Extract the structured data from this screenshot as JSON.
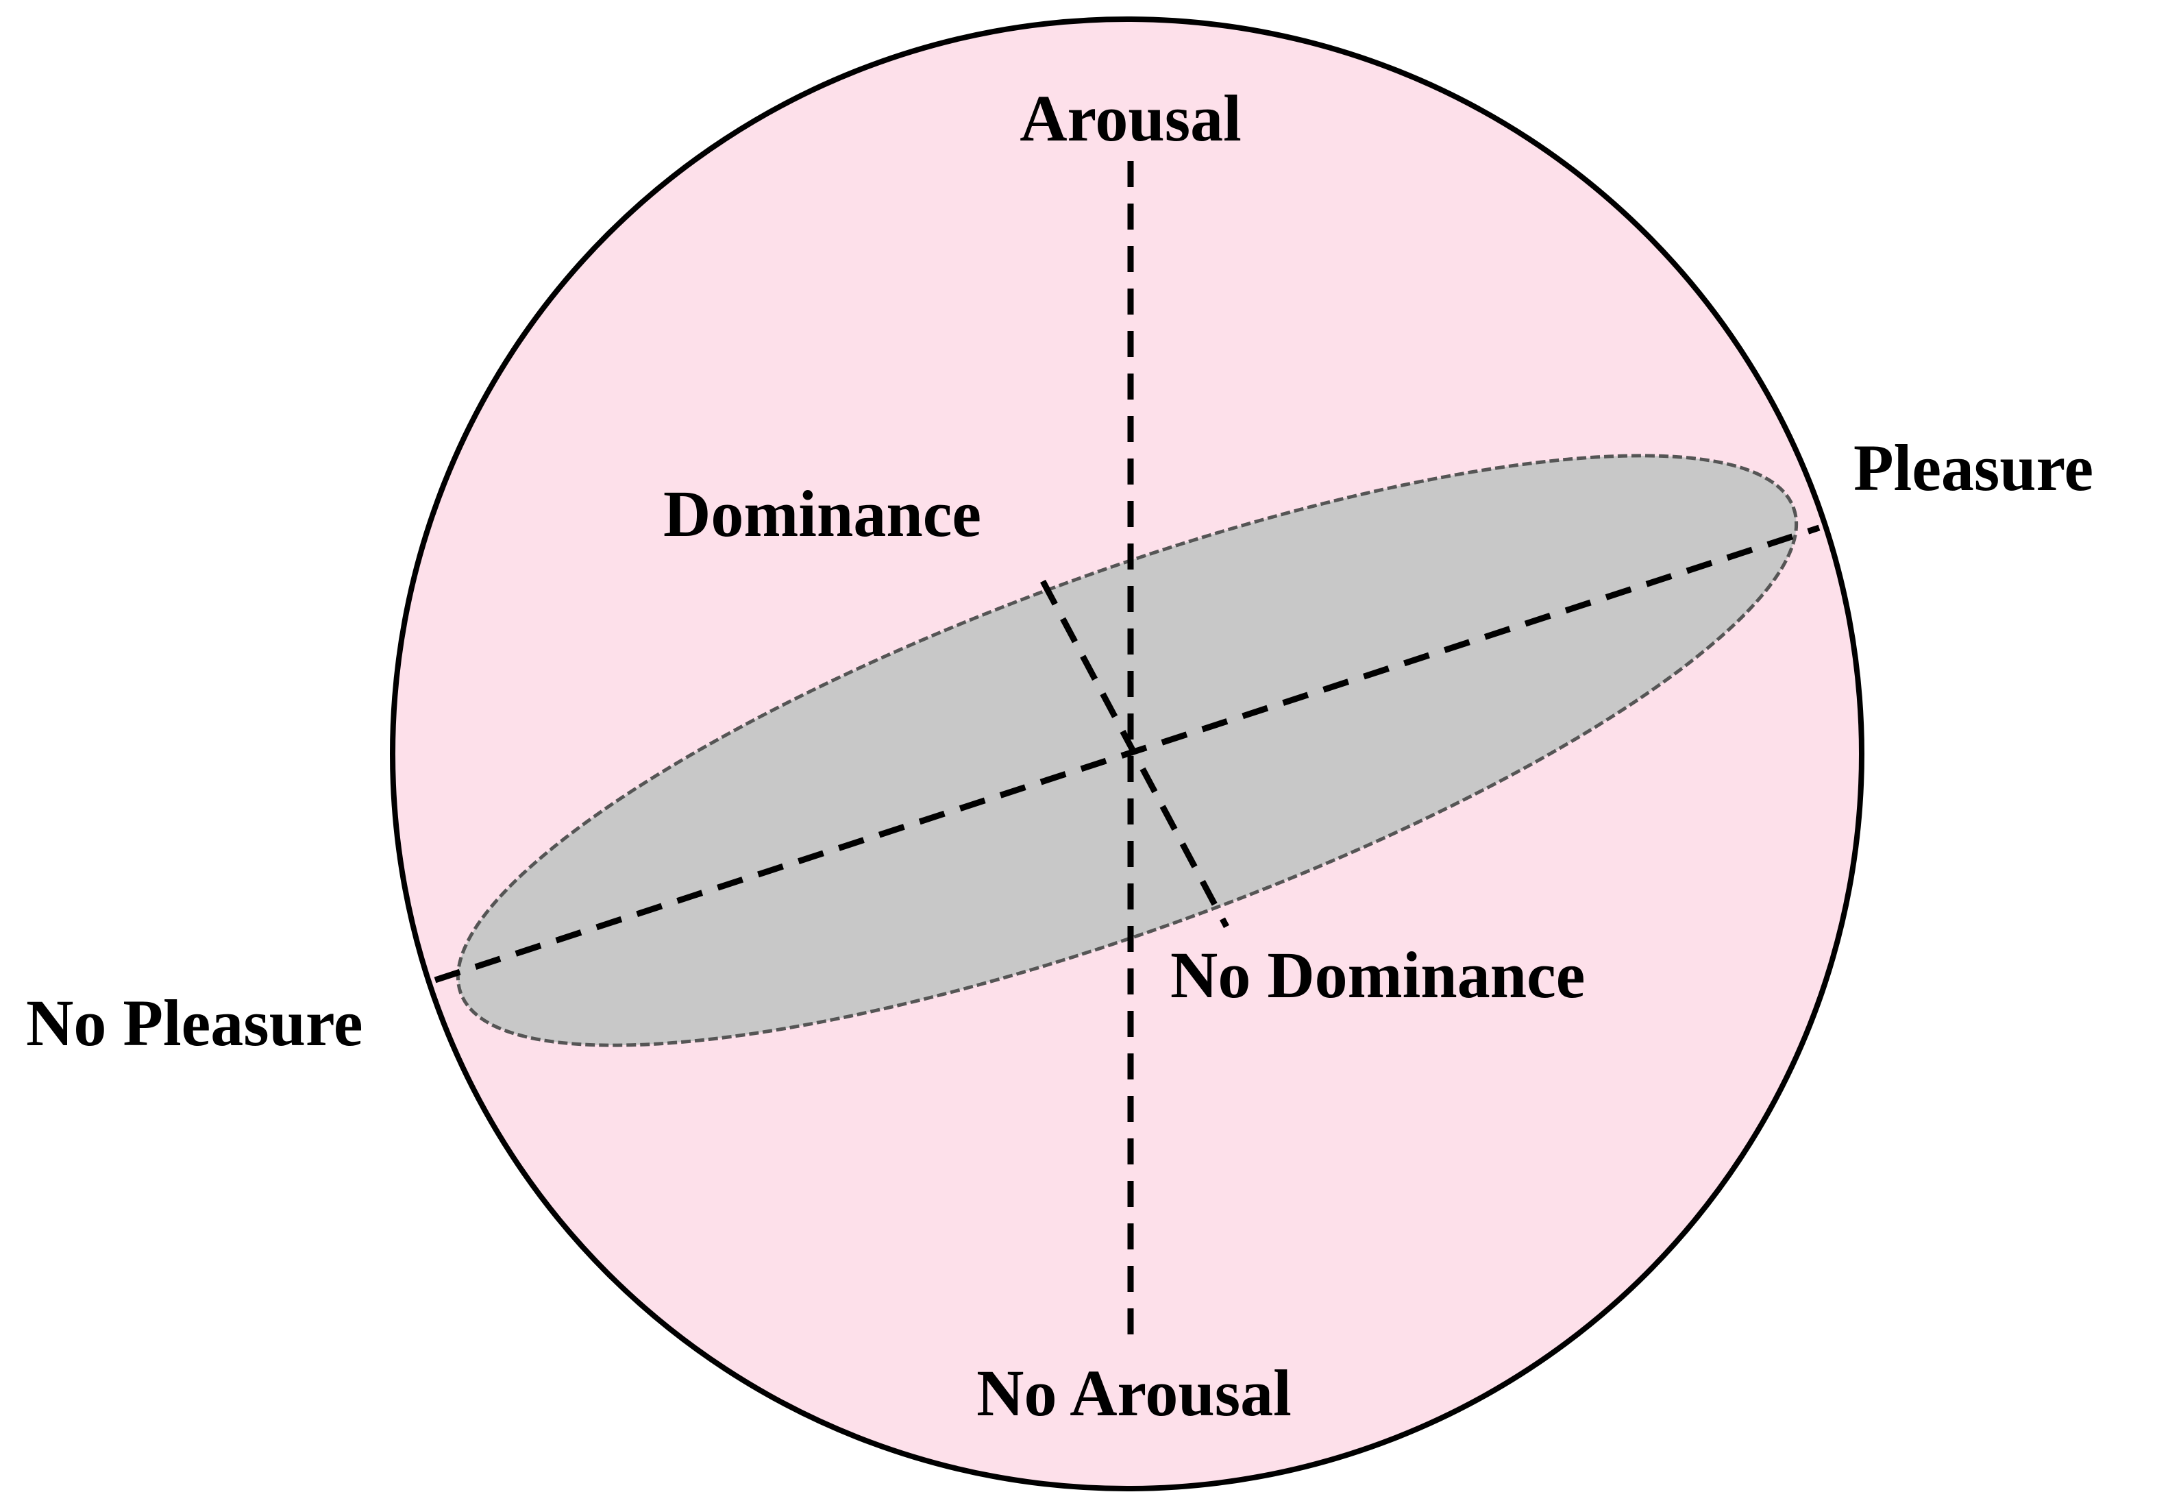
{
  "colors": {
    "sphere_fill": "#fde0ea",
    "ellipse_fill": "#c8c8c8",
    "stroke": "#000000"
  },
  "labels": {
    "arousal": "Arousal",
    "no_arousal": "No Arousal",
    "pleasure": "Pleasure",
    "no_pleasure": "No Pleasure",
    "dominance": "Dominance",
    "no_dominance": "No Dominance"
  }
}
